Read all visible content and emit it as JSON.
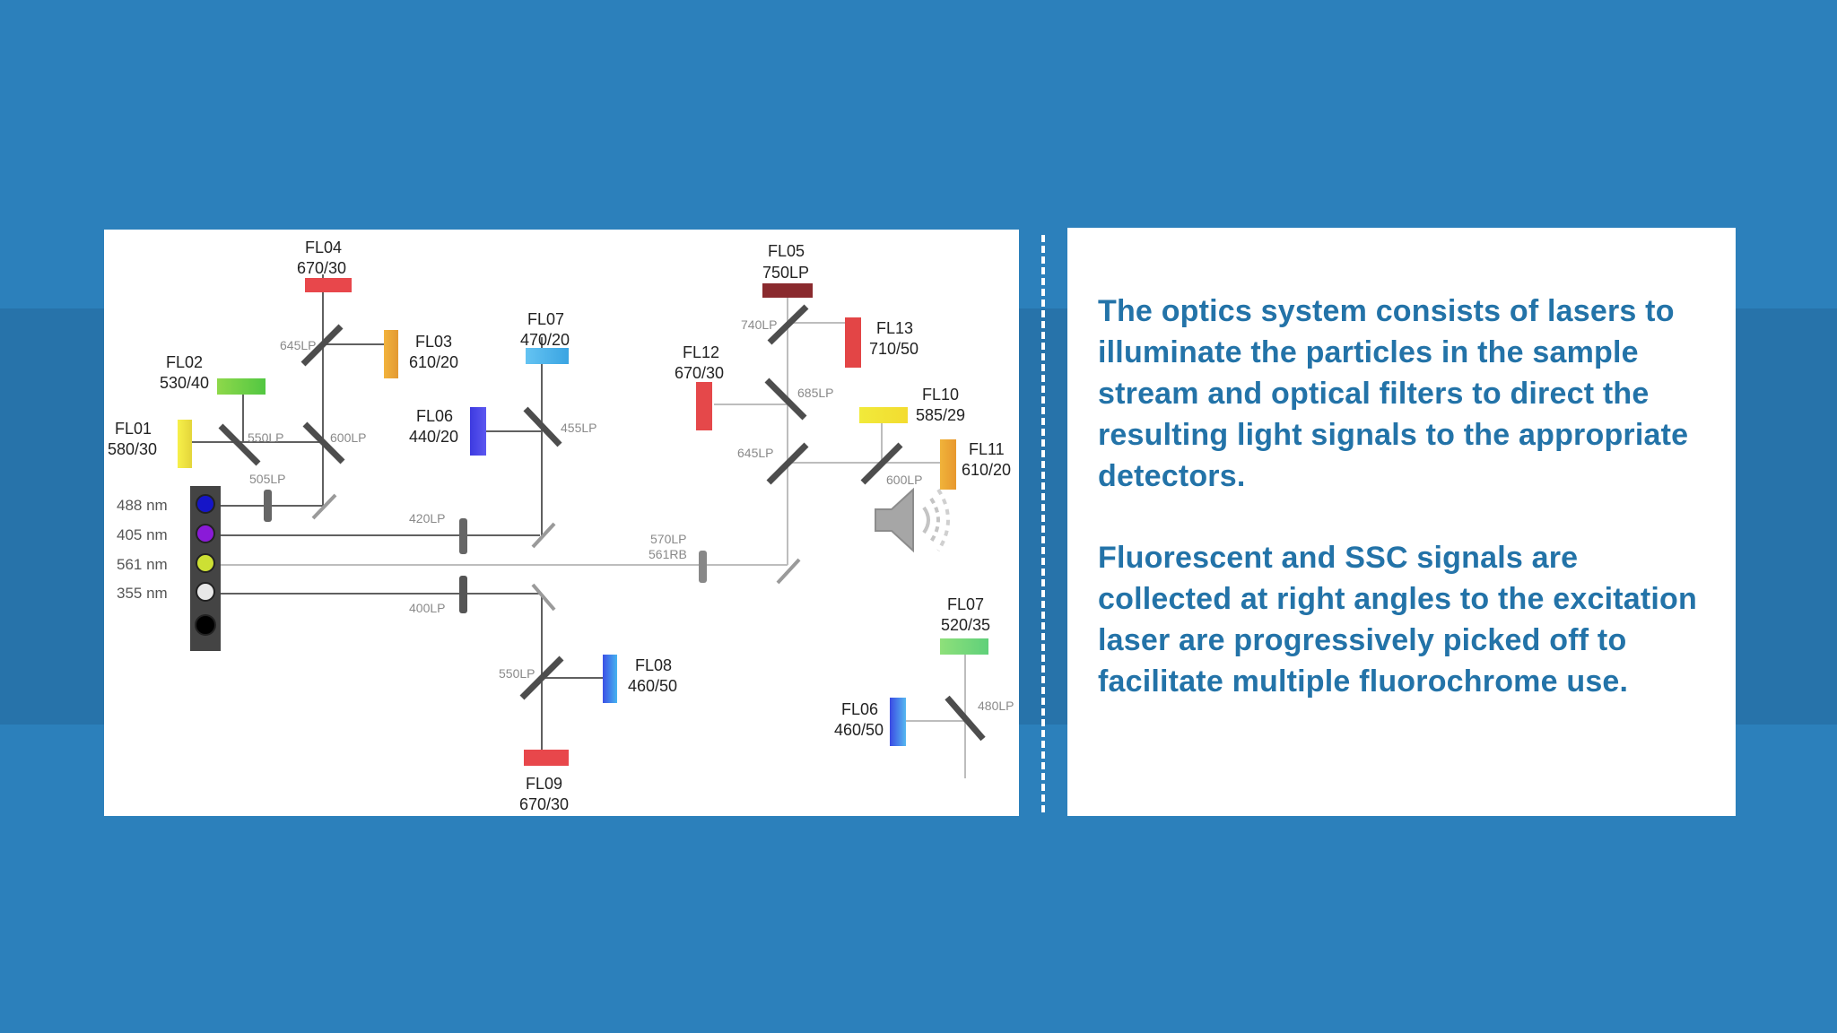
{
  "text": {
    "para1": "The optics system consists of lasers to illuminate the particles in the sample stream and optical filters to direct the resulting light signals to the appropriate detectors.",
    "para2": "Fluorescent and SSC signals are collected at right angles to the excitation laser are progressively picked off to facilitate multiple fluorochrome use."
  },
  "diagram": {
    "lasers": [
      {
        "label": "488 nm",
        "color": "#1515c8"
      },
      {
        "label": "405 nm",
        "color": "#8a1ad8"
      },
      {
        "label": "561 nm",
        "color": "#cde034"
      },
      {
        "label": "355 nm",
        "color": "#e8e8e8"
      },
      {
        "label": "",
        "color": "#000000"
      }
    ],
    "detectors": [
      {
        "name": "FL04",
        "filter": "670/30"
      },
      {
        "name": "FL02",
        "filter": "530/40"
      },
      {
        "name": "FL03",
        "filter": "610/20"
      },
      {
        "name": "FL01",
        "filter": "580/30"
      },
      {
        "name": "FL07",
        "filter": "470/20"
      },
      {
        "name": "FL06",
        "filter": "440/20"
      },
      {
        "name": "FL05",
        "filter": "750LP"
      },
      {
        "name": "FL13",
        "filter": "710/50"
      },
      {
        "name": "FL12",
        "filter": "670/30"
      },
      {
        "name": "FL10",
        "filter": "585/29"
      },
      {
        "name": "FL11",
        "filter": "610/20"
      },
      {
        "name": "FL08",
        "filter": "460/50"
      },
      {
        "name": "FL09",
        "filter": "670/30"
      },
      {
        "name": "FL07",
        "filter": "520/35"
      },
      {
        "name": "FL06",
        "filter": "460/50"
      }
    ],
    "optics": {
      "m645a": "645LP",
      "m550a": "550LP",
      "m600": "600LP",
      "m505": "505LP",
      "m455": "455LP",
      "m420": "420LP",
      "m740": "740LP",
      "m685": "685LP",
      "m645b": "645LP",
      "m600b": "600LP",
      "m570": "570LP",
      "m561": "561RB",
      "m400": "400LP",
      "m550b": "550LP",
      "m480": "480LP"
    }
  }
}
